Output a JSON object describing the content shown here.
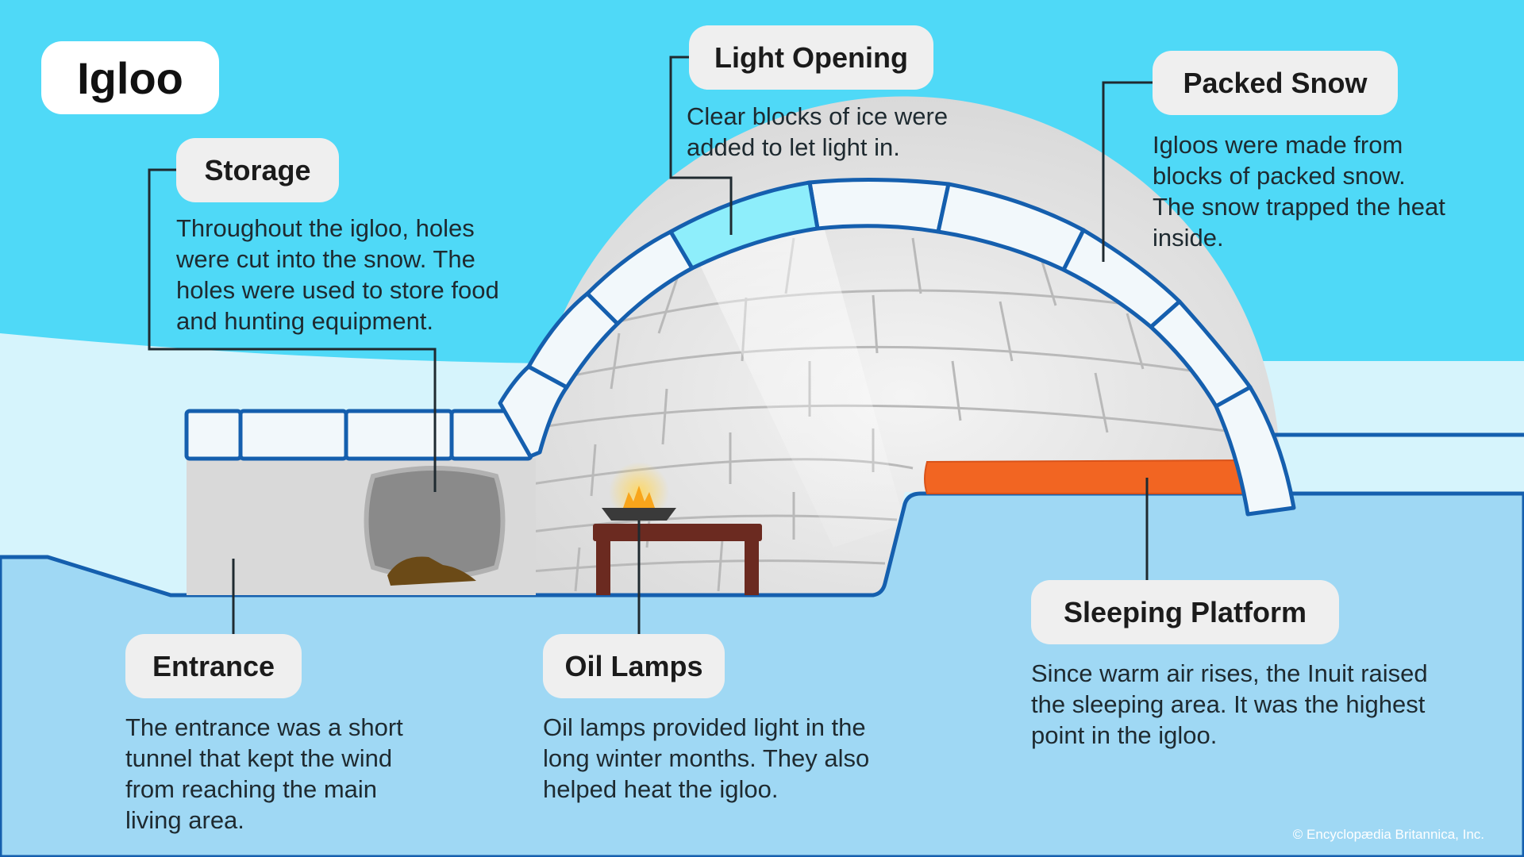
{
  "title": "Igloo",
  "labels": {
    "storage": {
      "heading": "Storage",
      "text": "Throughout the igloo, holes were cut into the snow. The holes were used to store food and hunting equipment."
    },
    "light_opening": {
      "heading": "Light Opening",
      "text": "Clear blocks of ice were added to let light in."
    },
    "packed_snow": {
      "heading": "Packed Snow",
      "text": "Igloos were made from blocks of packed snow. The snow trapped the heat inside."
    },
    "entrance": {
      "heading": "Entrance",
      "text": "The entrance was a short tunnel that kept the wind from reaching the main living area."
    },
    "oil_lamps": {
      "heading": "Oil Lamps",
      "text": "Oil lamps provided light in the long winter months. They also helped heat the igloo."
    },
    "sleeping_platform": {
      "heading": "Sleeping Platform",
      "text": "Since warm air rises, the Inuit raised the sleeping area. It was the highest point in the igloo."
    }
  },
  "credit": "© Encyclopædia Britannica, Inc.",
  "colors": {
    "sky": "#4fd9f7",
    "snow_field": "#d6f4fc",
    "ground": "#9fd8f4",
    "outline": "#155fae",
    "ice_block": "#8eeefb",
    "platform": "#f26522",
    "table": "#6b2a20",
    "flame": "#f8a51b"
  }
}
